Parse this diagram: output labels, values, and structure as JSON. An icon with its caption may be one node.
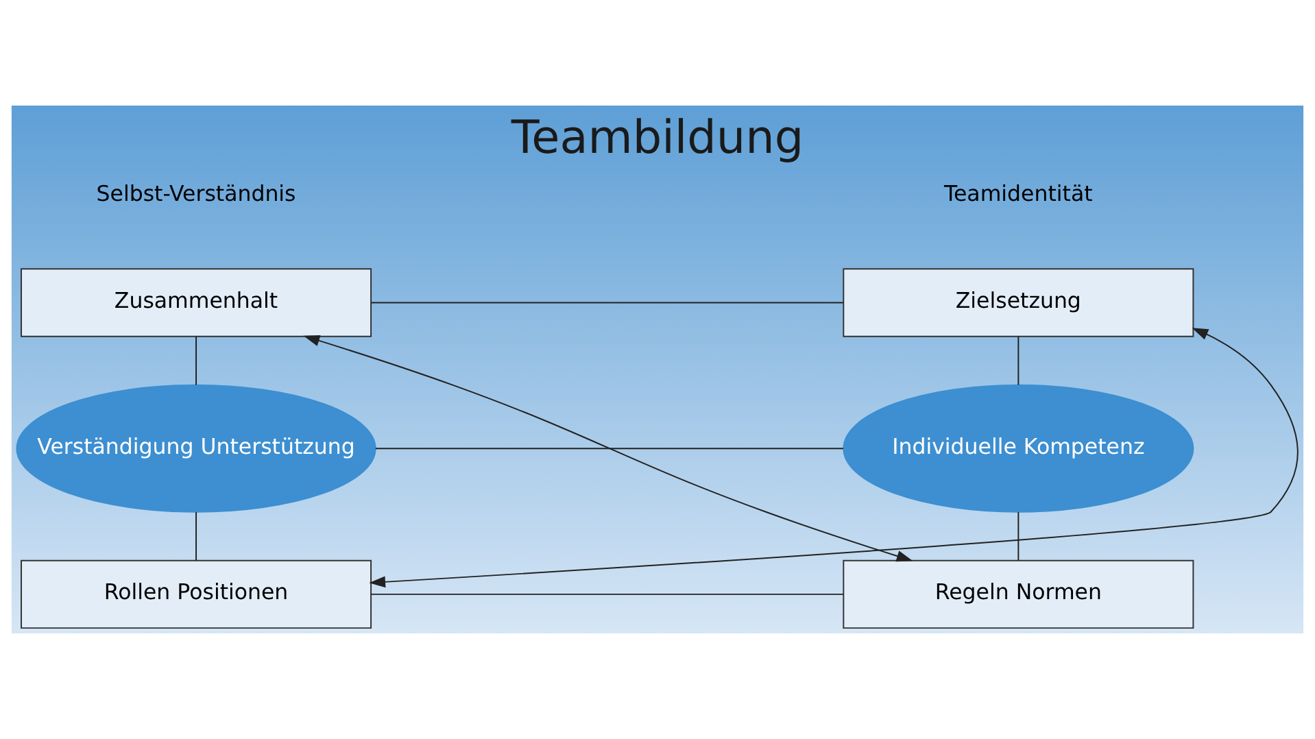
{
  "diagram": {
    "title": "Teambildung",
    "nodes": [
      {
        "text": [
          "Zielsetzung"
        ]
      },
      {
        "text": [
          "Zusammenhalt"
        ]
      },
      {
        "text": [
          "Individuelle Kompetenz"
        ]
      },
      {
        "text": [
          "Verständigung Unterstützung"
        ]
      },
      {
        "text": [
          "Regeln Normen"
        ]
      },
      {
        "text": [
          "Rollen Positionen"
        ]
      }
    ],
    "edges": [
      {
        "from": 0,
        "to": 1,
        "arrow": "none"
      },
      {
        "from": 0,
        "to": 2,
        "arrow": "none"
      },
      {
        "from": 1,
        "to": 3,
        "arrow": "none"
      },
      {
        "from": 2,
        "to": 3,
        "arrow": "none"
      },
      {
        "from": 2,
        "to": 4,
        "arrow": "none"
      },
      {
        "from": 3,
        "to": 5,
        "arrow": "none"
      },
      {
        "from": 4,
        "to": 5,
        "arrow": "none"
      },
      {
        "from": 0,
        "to": 5,
        "arrow": "both"
      },
      {
        "from": 4,
        "to": 1,
        "arrow": "both"
      }
    ],
    "labels": [
      "Teamidentität",
      "Selbst-Verständnis"
    ]
  }
}
